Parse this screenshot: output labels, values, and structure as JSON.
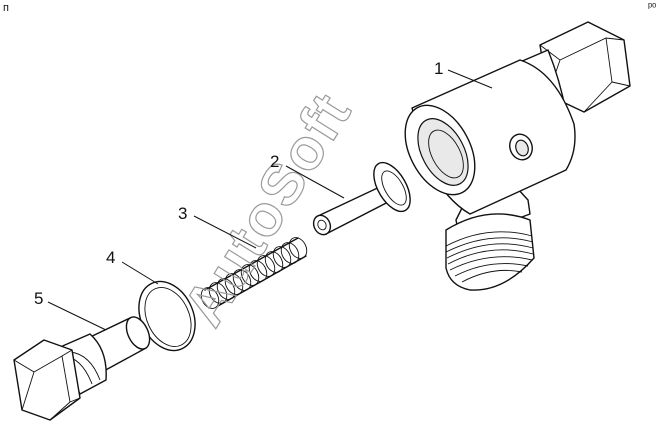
{
  "corner_mark_left": "п",
  "corner_mark_right": "ᵖᵒ",
  "watermark": "AutoSoft",
  "callouts": [
    {
      "label": "1",
      "part": "valve-body"
    },
    {
      "label": "2",
      "part": "valve-stem"
    },
    {
      "label": "3",
      "part": "spring"
    },
    {
      "label": "4",
      "part": "seal-ring"
    },
    {
      "label": "5",
      "part": "plug-cap"
    }
  ]
}
